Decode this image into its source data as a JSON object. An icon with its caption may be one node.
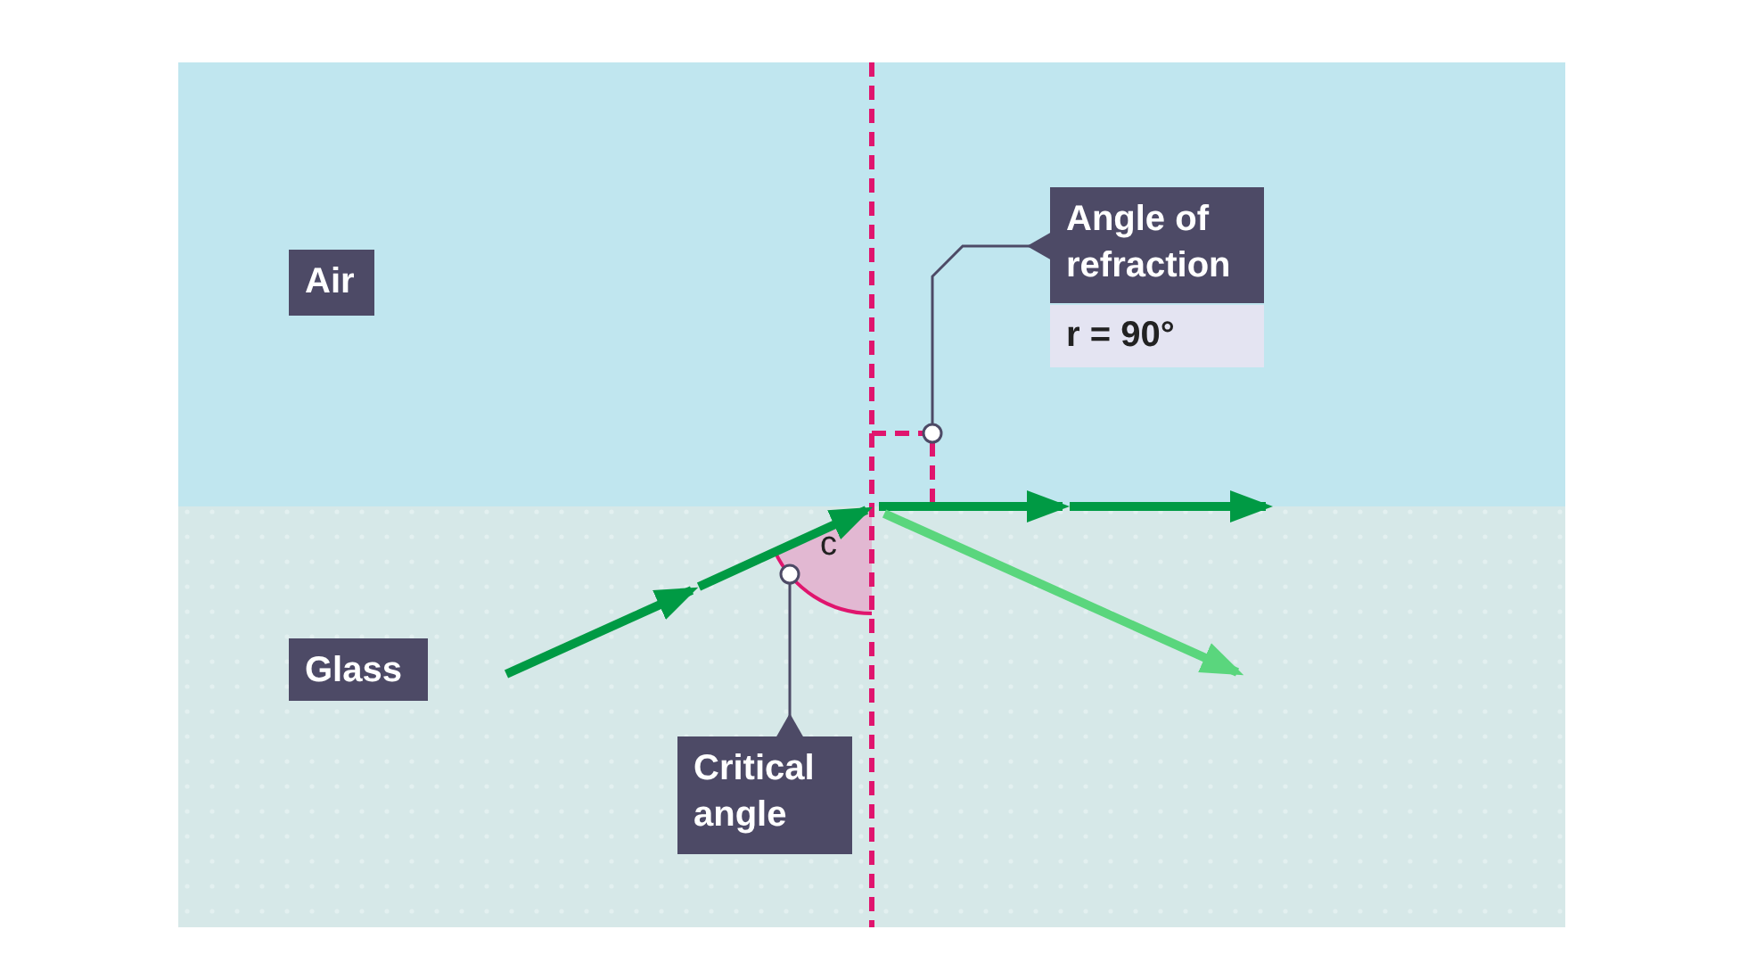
{
  "diagram": {
    "nodes": [
      {
        "text": [
          "Air"
        ]
      },
      {
        "text": [
          "Glass"
        ]
      },
      {
        "text": [
          "Angle of refraction",
          "r = 90°"
        ]
      },
      {
        "text": [
          "c"
        ]
      },
      {
        "text": [
          "Critical angle"
        ]
      },
      {
        "text": [],
        "shape": "box"
      }
    ],
    "edges": [
      {
        "from": 2,
        "to": 5,
        "arrow": "other"
      },
      {
        "from": 4,
        "to": 3,
        "arrow": "other"
      }
    ]
  }
}
